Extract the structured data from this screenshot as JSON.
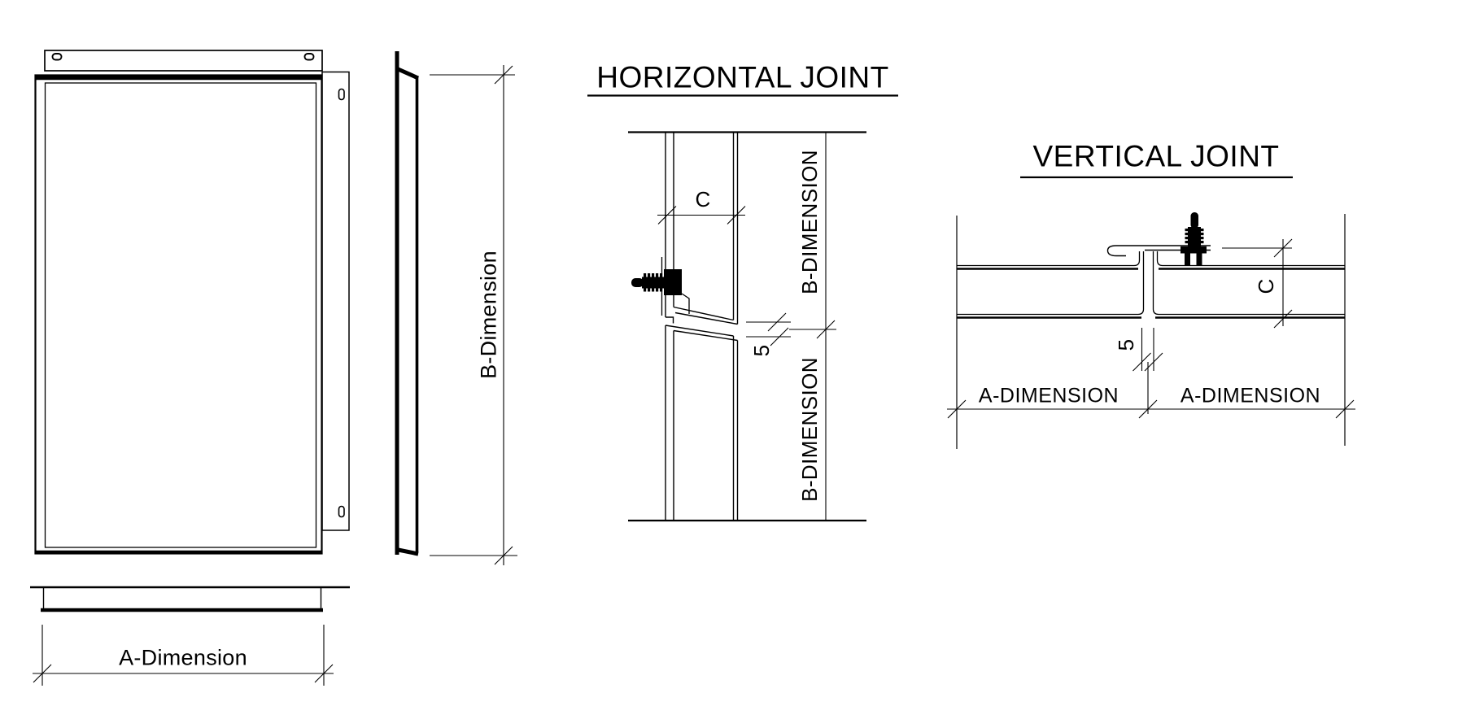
{
  "colors": {
    "background": "#ffffff",
    "line": "#000000",
    "text": "#000000"
  },
  "front_view": {
    "a_dimension_label": "A-Dimension"
  },
  "side_view": {
    "b_dimension_label": "B-Dimension"
  },
  "horizontal_joint": {
    "title": "HORIZONTAL JOINT",
    "depth_label": "C",
    "joint_gap_label": "5",
    "upper_panel_label": "B-DIMENSION",
    "lower_panel_label": "B-DIMENSION"
  },
  "vertical_joint": {
    "title": "VERTICAL JOINT",
    "depth_label": "C",
    "joint_gap_label": "5",
    "left_panel_label": "A-DIMENSION",
    "right_panel_label": "A-DIMENSION"
  }
}
